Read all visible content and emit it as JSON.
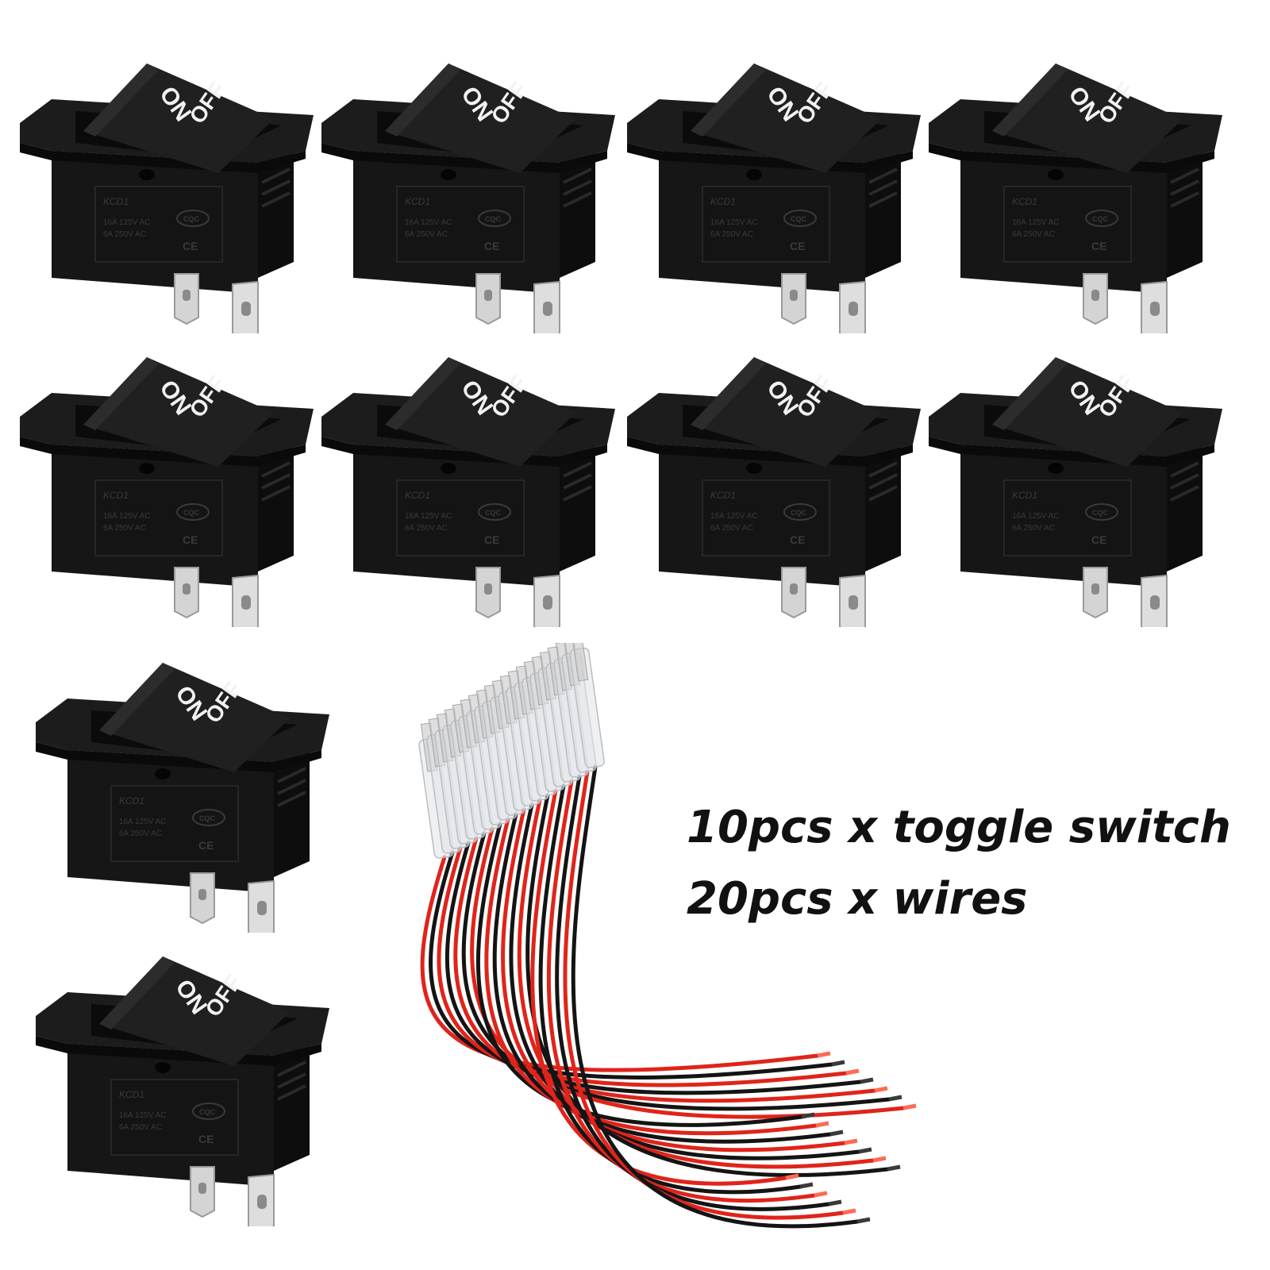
{
  "product": {
    "caption_line1": "10pcs x toggle switch",
    "caption_line2": "20pcs x wires"
  },
  "switch_labels": {
    "on": "ON",
    "off": "OFF",
    "model": "KCD1",
    "rating1": "16A 125V AC",
    "rating2": "6A 250V AC",
    "cqc": "CQC",
    "ce": "CE"
  },
  "switch_count": 10,
  "wire_count": 20,
  "colors": {
    "switch_body": "#151515",
    "terminal": "#d8d8d8",
    "wire_red": "#e0241b",
    "wire_black": "#141414",
    "caption": "#111111"
  }
}
